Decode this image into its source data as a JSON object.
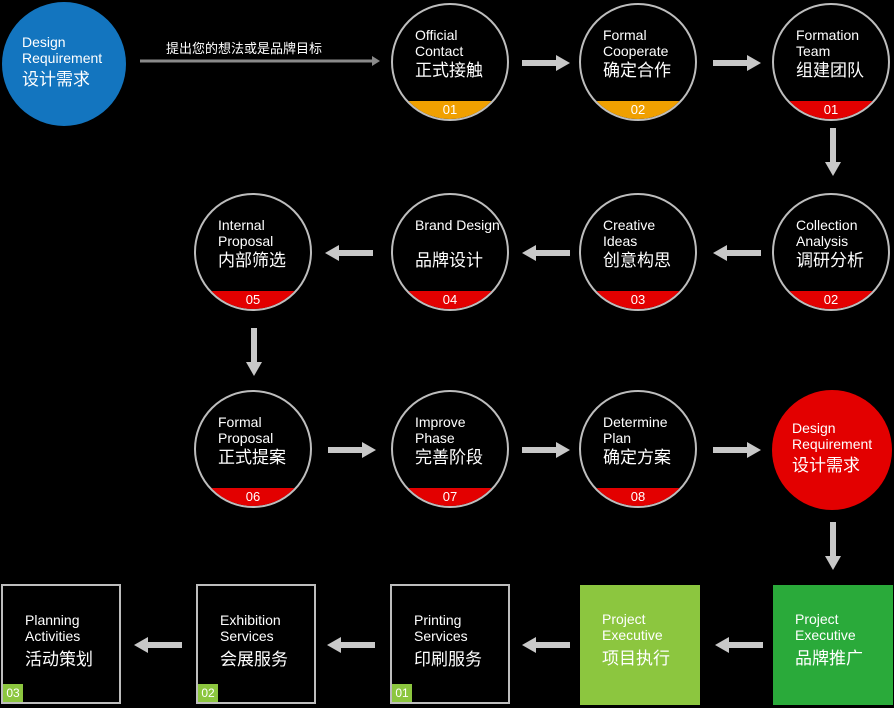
{
  "start": {
    "en": "Design Requirement",
    "zh": "设计需求"
  },
  "top_caption": "提出您的想法或是品牌目标",
  "row1": [
    {
      "en": "Official Contact",
      "zh": "正式接触",
      "num": "01",
      "band": "#f0a000"
    },
    {
      "en": "Formal Cooperate",
      "zh": "确定合作",
      "num": "02",
      "band": "#f0a000"
    },
    {
      "en": "Formation Team",
      "zh": "组建团队",
      "num": "01",
      "band": "#e30000"
    }
  ],
  "row2": [
    {
      "en": "Internal Proposal",
      "zh": "内部筛选",
      "num": "05"
    },
    {
      "en": "Brand Design",
      "zh": "品牌设计",
      "num": "04"
    },
    {
      "en": "Creative Ideas",
      "zh": "创意构思",
      "num": "03"
    },
    {
      "en": "Collection Analysis",
      "zh": "调研分析",
      "num": "02"
    }
  ],
  "row3": [
    {
      "en": "Formal Proposal",
      "zh": "正式提案",
      "num": "06"
    },
    {
      "en": "Improve Phase",
      "zh": "完善阶段",
      "num": "07"
    },
    {
      "en": "Determine Plan",
      "zh": "确定方案",
      "num": "08"
    }
  ],
  "mid_req": {
    "en": "Design Requirement",
    "zh": "设计需求"
  },
  "row4": [
    {
      "en": "Planning Activities",
      "zh": "活动策划",
      "num": "03"
    },
    {
      "en": "Exhibition Services",
      "zh": "会展服务",
      "num": "02"
    },
    {
      "en": "Printing Services",
      "zh": "印刷服务",
      "num": "01"
    },
    {
      "en": "Project Executive",
      "zh": "项目执行"
    },
    {
      "en": "Project Executive",
      "zh": "品牌推广"
    }
  ],
  "colors": {
    "blue": "#1375bf",
    "red": "#e30000",
    "orange": "#f0a000",
    "lime": "#8cc63f",
    "green": "#2aaa3a",
    "arrow": "#c8c8c8"
  }
}
